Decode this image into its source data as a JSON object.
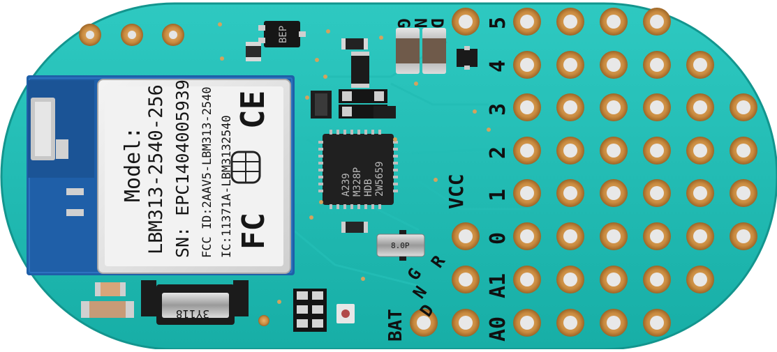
{
  "photo": {
    "module_label": {
      "model_line1": "Model:",
      "model_line2": "LBM313-2540-256",
      "serial": "SN: EPC1404005939",
      "fcc_id": "FCC ID:2AAV5-LBM313-2540",
      "ic": "IC:11371A-LBM3132540",
      "fcc_mark": "FC",
      "ce_mark": "CE"
    },
    "mcu_marking": [
      "A239",
      "M328P",
      "HDB",
      "2W5659"
    ],
    "crystal_marking": "3Y118",
    "oscillator_marking": "8.0P",
    "sot_marking": "BEP",
    "pin_labels": {
      "gnd_g": "G",
      "gnd_n": "N",
      "gnd_d": "D",
      "p5": "5",
      "p4": "4",
      "p3": "3",
      "p2": "2",
      "p1": "1",
      "p0": "0",
      "vcc": "VCC",
      "a1": "A1",
      "a0": "A0",
      "bat": "BAT",
      "gnd2_g": "G",
      "gnd2_n": "N",
      "gnd2_d": "D",
      "gnd2_r": "R"
    }
  }
}
